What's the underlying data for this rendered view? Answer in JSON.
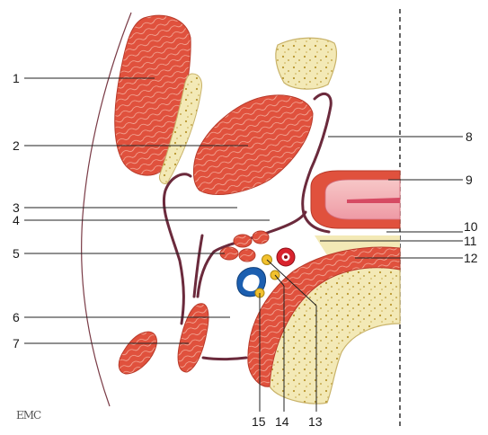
{
  "labels": {
    "l1": "1",
    "l2": "2",
    "l3": "3",
    "l4": "4",
    "l5": "5",
    "l6": "6",
    "l7": "7",
    "l8": "8",
    "l9": "9",
    "l10": "10",
    "l11": "11",
    "l12": "12",
    "l13": "13",
    "l14": "14",
    "l15": "15"
  },
  "signature": "EMC",
  "colors": {
    "muscle": "#e0513d",
    "muscle_dark": "#b83a2a",
    "muscle_fiber": "#f6b9a8",
    "bone": "#f3e9b6",
    "bone_outline": "#c9b36a",
    "bone_dots": "#b8952f",
    "fascia": "#6b2a3c",
    "vein": "#1c5fb0",
    "artery": "#d9232e",
    "nerve": "#f2c12e"
  }
}
